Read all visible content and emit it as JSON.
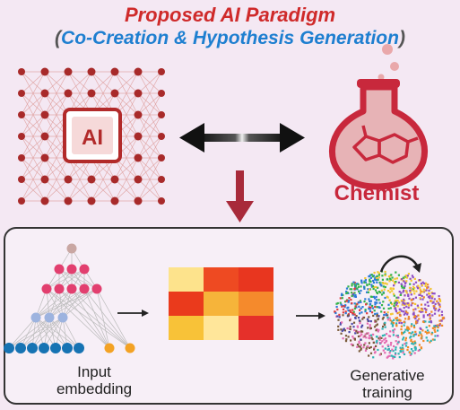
{
  "header": {
    "title": "Proposed AI Paradigm",
    "subtitle_open": "(",
    "subtitle_main": "Co-Creation & Hypothesis Generation",
    "subtitle_close": ")"
  },
  "top": {
    "ai_label": "AI",
    "chemist_label": "Chemist"
  },
  "bottom": {
    "input_label_line1": "Input",
    "input_label_line2": "embedding",
    "gen_label_line1": "Generative",
    "gen_label_line2": "training"
  },
  "colors": {
    "title_red": "#cf2a2a",
    "subtitle_blue": "#1e7fd0",
    "network_red": "#a82a2a",
    "flask": "#c8283c",
    "arrow_down": "#a82a3a"
  },
  "heatmap": [
    [
      "#fde38c",
      "#ee4a22",
      "#e8361f"
    ],
    [
      "#ea3a1c",
      "#f6b43a",
      "#f58a2c"
    ],
    [
      "#f8c238",
      "#ffe69a",
      "#e5302a"
    ]
  ]
}
